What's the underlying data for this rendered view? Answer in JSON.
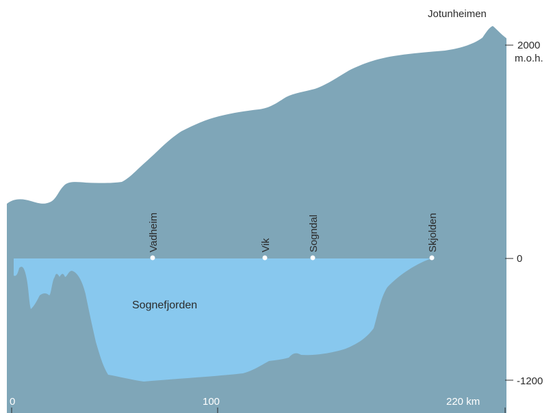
{
  "diagram": {
    "peak_label": "Jotunheimen",
    "fjord_label": "Sognefjorden",
    "right_axis": {
      "top_value": "2000",
      "top_unit": "m.o.h.",
      "zero_value": "0",
      "bottom_value": "-1200"
    },
    "distance_axis": {
      "start": "0",
      "mid": "100",
      "end": "220 km"
    },
    "places": [
      {
        "name": "Vadheim"
      },
      {
        "name": "Vik"
      },
      {
        "name": "Sogndal"
      },
      {
        "name": "Skjolden"
      }
    ],
    "colors": {
      "terrain": "#7fa6b8",
      "water": "#88c8ee",
      "background": "#ffffff"
    }
  }
}
